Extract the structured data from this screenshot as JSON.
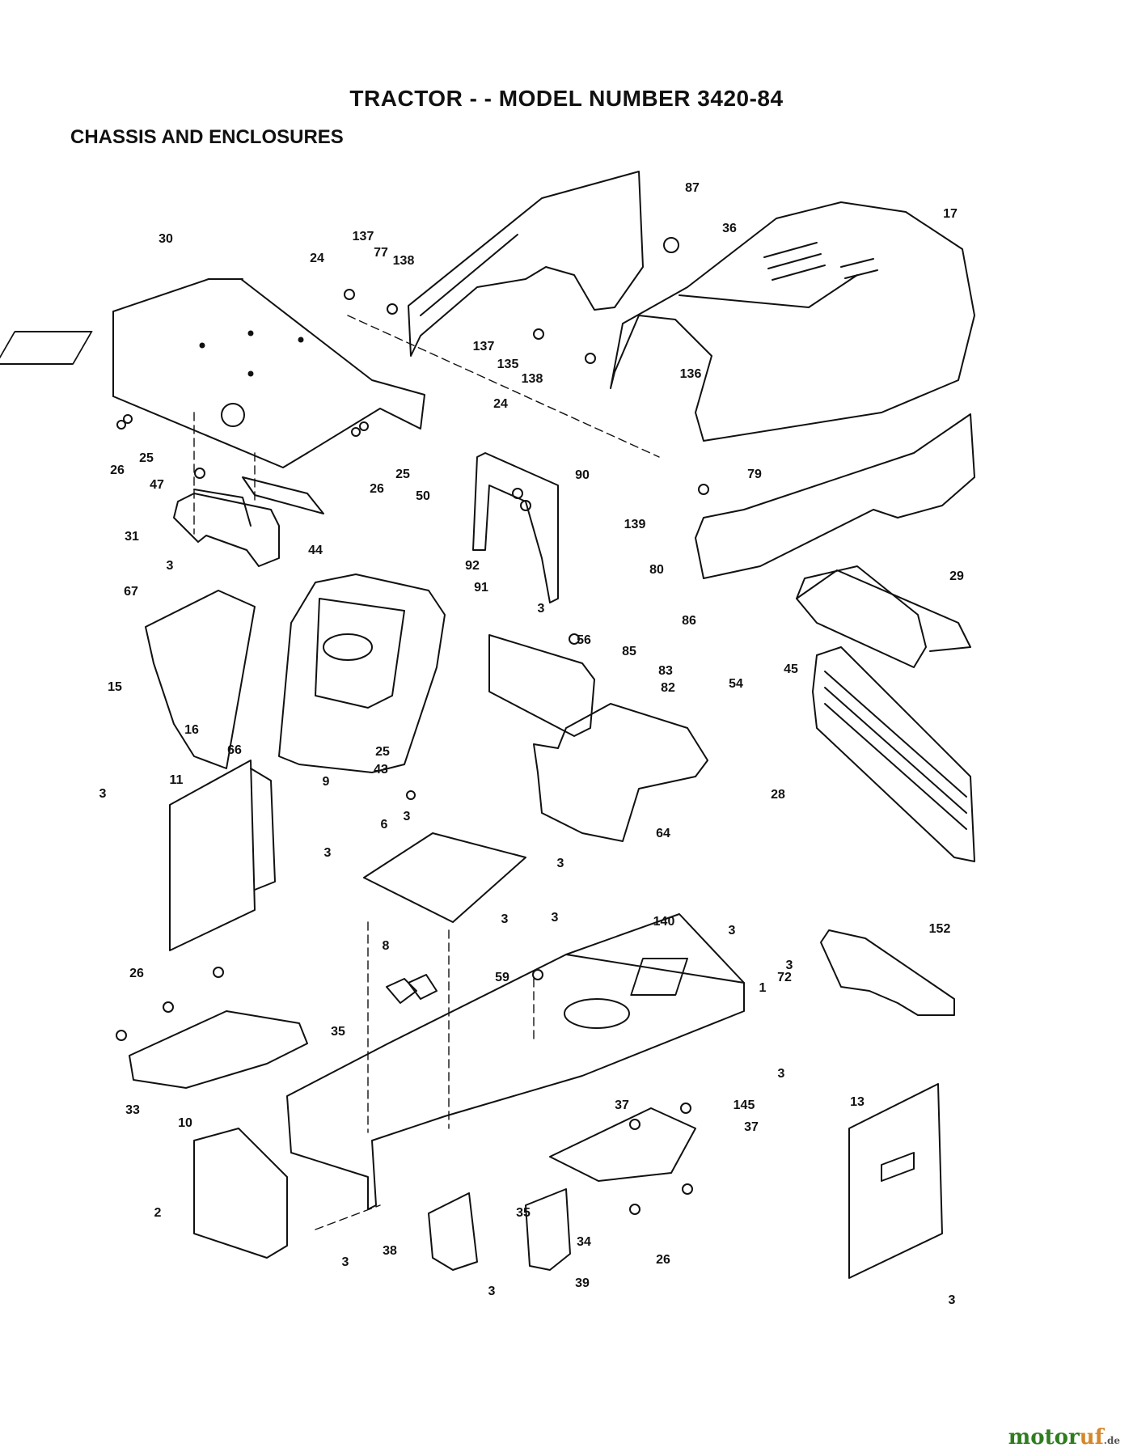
{
  "header": {
    "title": "TRACTOR - - MODEL NUMBER 3420-84",
    "section": "CHASSIS AND ENCLOSURES"
  },
  "watermark": {
    "part1": "motor",
    "part2": "uf",
    "part3": ".de",
    "colors": {
      "part1": "#2f7d1f",
      "part2": "#d4882a",
      "part3": "#555555"
    }
  },
  "callouts": {
    "c30": "30",
    "c24a": "24",
    "c137a": "137",
    "c77": "77",
    "c138a": "138",
    "c87": "87",
    "c36": "36",
    "c17": "17",
    "c26a": "26",
    "c25a": "25",
    "c47": "47",
    "c24b": "24",
    "c137b": "137",
    "c135": "135",
    "c138b": "138",
    "c136": "136",
    "c26b": "26",
    "c25b": "25",
    "c31": "31",
    "c44": "44",
    "c3a": "3",
    "c50": "50",
    "c90": "90",
    "c92": "92",
    "c91": "91",
    "c139": "139",
    "c79": "79",
    "c80": "80",
    "c86": "86",
    "c3b": "3",
    "c67": "67",
    "c15": "15",
    "c16": "16",
    "c66": "66",
    "c9": "9",
    "c25c": "25",
    "c43": "43",
    "c56": "56",
    "c85": "85",
    "c83": "83",
    "c82": "82",
    "c29": "29",
    "c54": "54",
    "c45": "45",
    "c11": "11",
    "c3c": "3",
    "c6": "6",
    "c3d": "3",
    "c3e": "3",
    "c3f": "3",
    "c3g": "3",
    "c64": "64",
    "c28": "28",
    "c3h": "3",
    "c140": "140",
    "c3i": "3",
    "c3j": "3",
    "c152": "152",
    "c72": "72",
    "c1": "1",
    "c26c": "26",
    "c8": "8",
    "c59": "59",
    "c35a": "35",
    "c33": "33",
    "c10": "10",
    "c3k": "3",
    "c37a": "37",
    "c145": "145",
    "c37b": "37",
    "c13": "13",
    "c2": "2",
    "c3l": "3",
    "c38": "38",
    "c3m": "3",
    "c35b": "35",
    "c34": "34",
    "c39": "39",
    "c26d": "26",
    "c3n": "3"
  }
}
